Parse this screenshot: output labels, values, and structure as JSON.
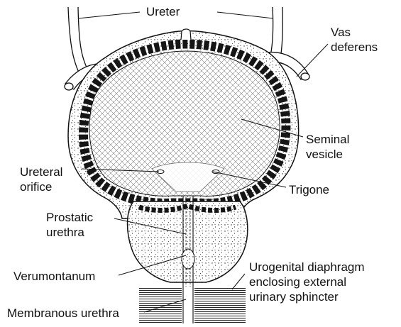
{
  "labels": {
    "ureter": "Ureter",
    "vas_deferens": [
      "Vas",
      "deferens"
    ],
    "seminal_vesicle": [
      "Seminal",
      "vesicle"
    ],
    "ureteral_orifice": [
      "Ureteral",
      "orifice"
    ],
    "trigone": "Trigone",
    "prostatic_urethra": [
      "Prostatic",
      "urethra"
    ],
    "verumontanum": "Verumontanum",
    "urogenital_diaphragm": [
      "Urogenital diaphragm",
      "enclosing external",
      "urinary sphincter"
    ],
    "membranous_urethra": "Membranous urethra"
  },
  "colors": {
    "ink": "#111111",
    "muscle": "#1a1a1a",
    "background": "#ffffff"
  }
}
